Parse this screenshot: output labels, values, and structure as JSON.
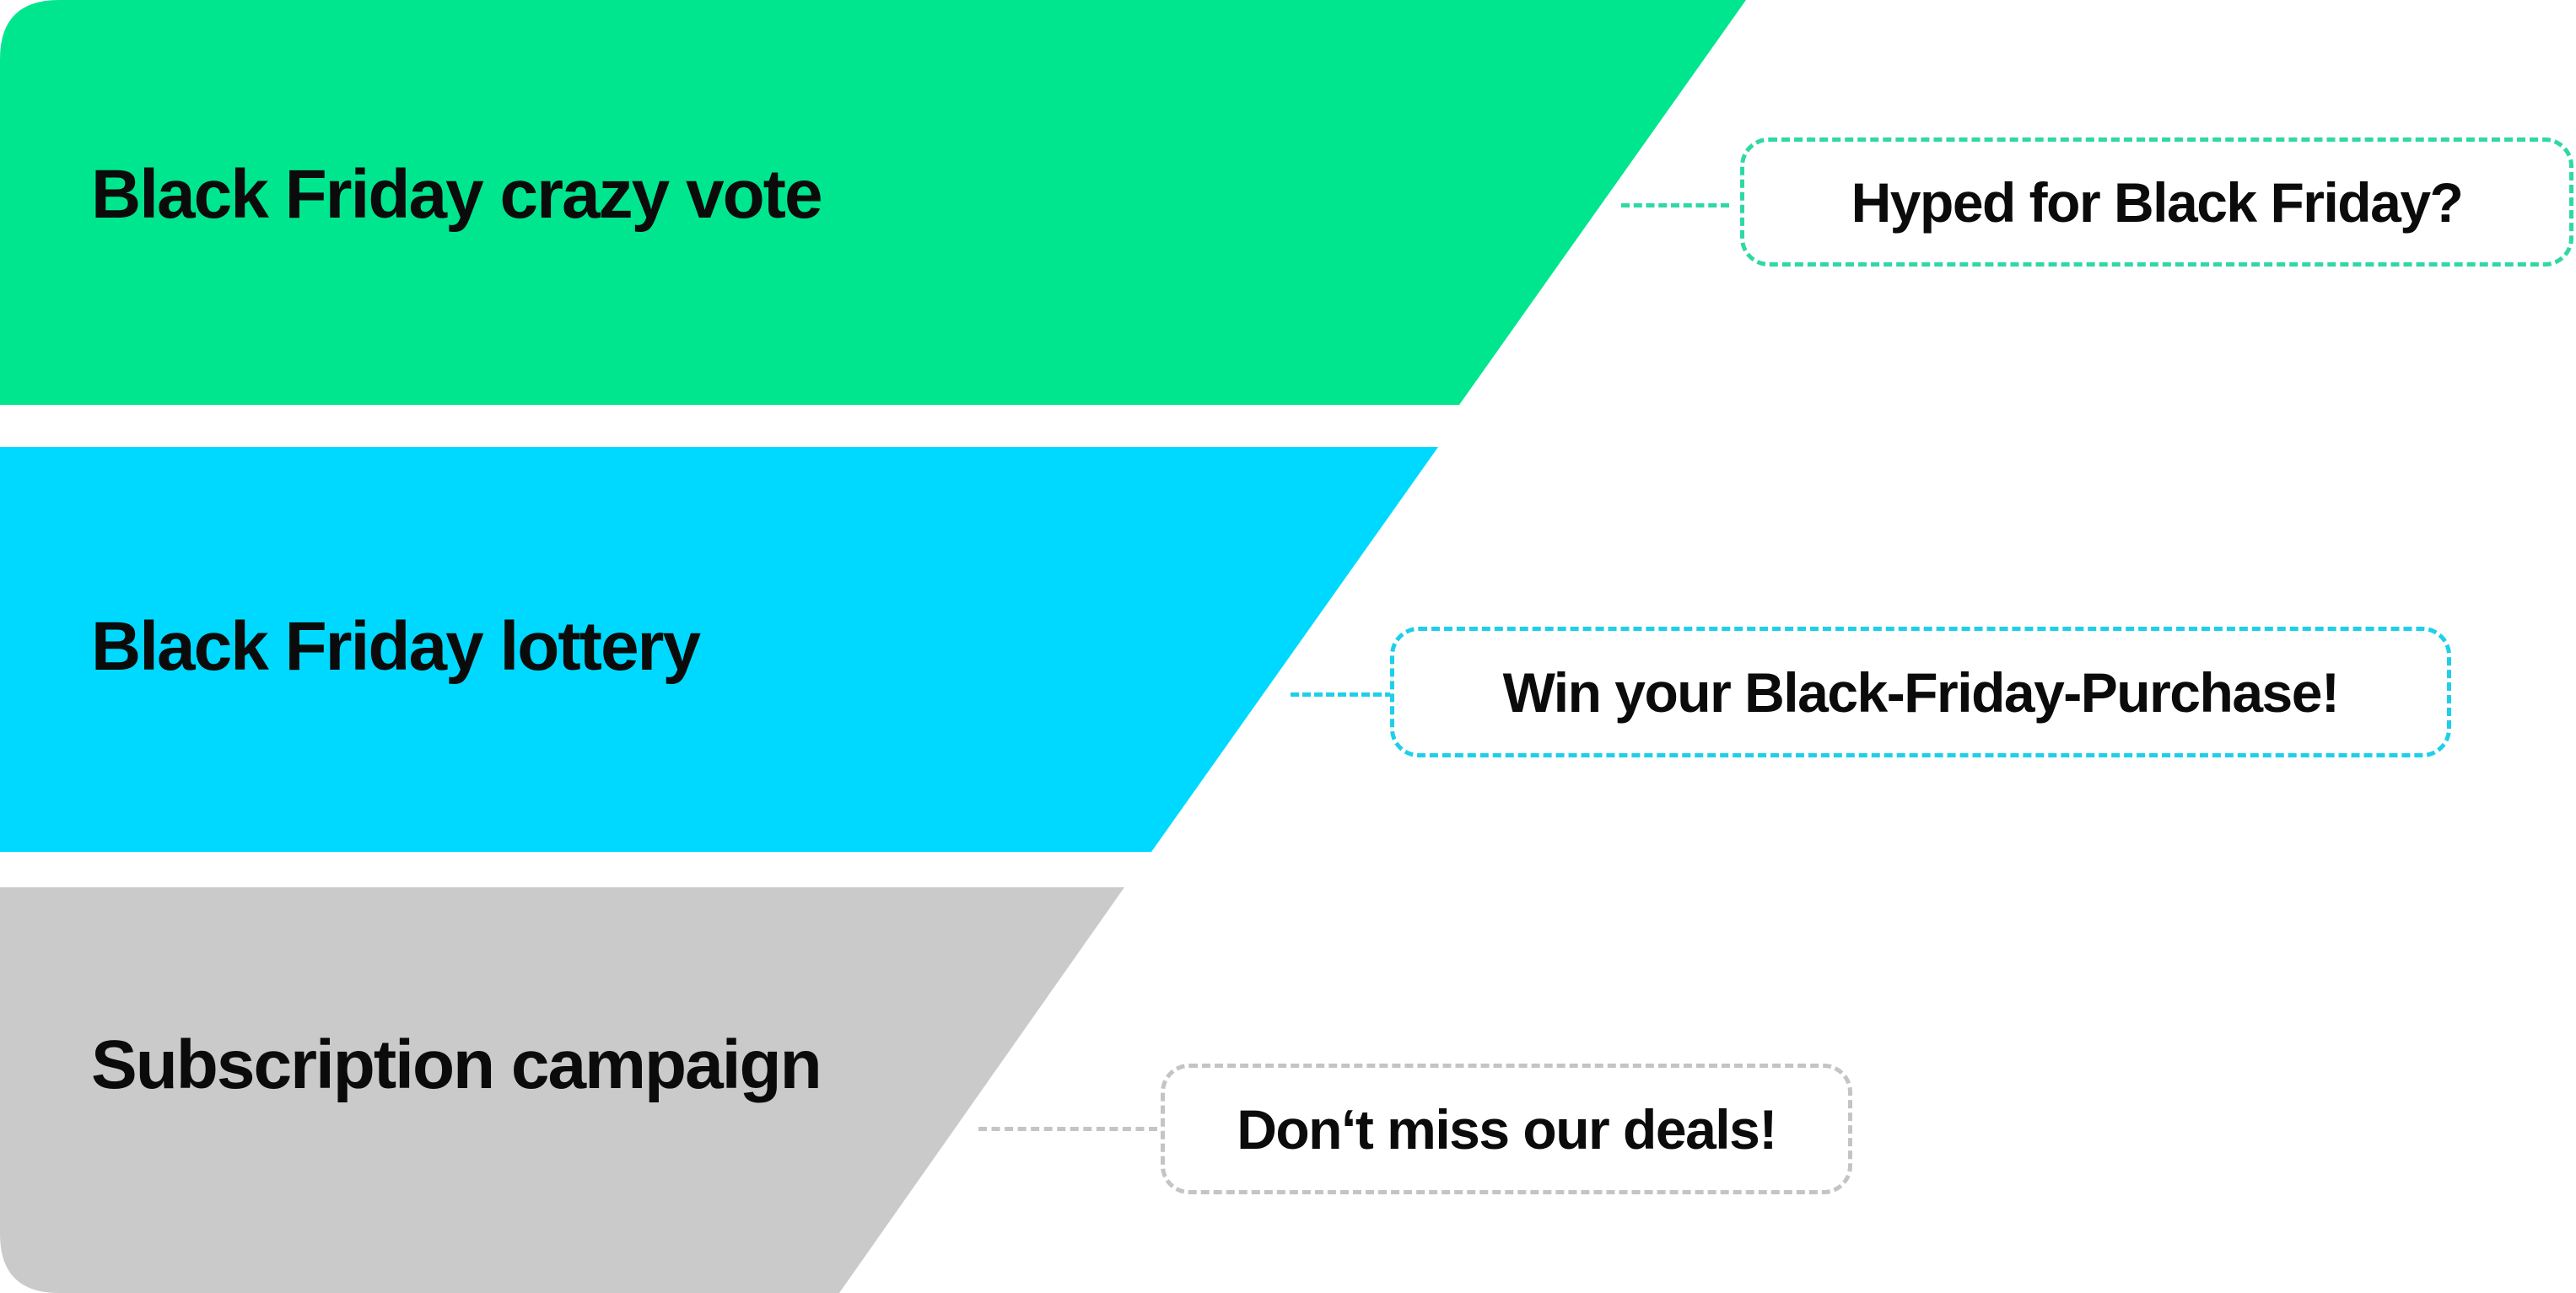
{
  "colors": {
    "stage_1": "#00e68e",
    "stage_2": "#00d9ff",
    "stage_3": "#cacaca",
    "callout_1_border": "#2fd8a4",
    "callout_2_border": "#1fcfea",
    "callout_3_border": "#c4c4c4",
    "text": "#0b0b0b",
    "background": "#ffffff"
  },
  "stages": [
    {
      "label": "Black Friday crazy vote",
      "callout": "Hyped for Black Friday?"
    },
    {
      "label": "Black Friday lottery",
      "callout": "Win your Black-Friday-Purchase!"
    },
    {
      "label": "Subscription campaign",
      "callout": "Don‘t miss our deals!"
    }
  ]
}
